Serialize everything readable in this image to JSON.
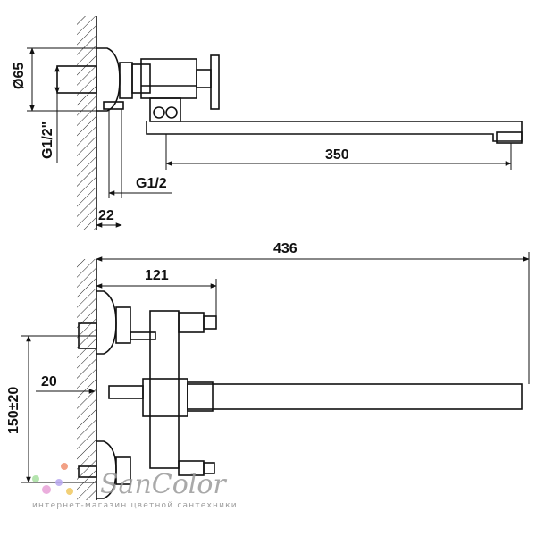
{
  "top_view": {
    "dim_diameter": "Ø65",
    "dim_thread_wall": "G1/2\"",
    "dim_thread_inlet": "G1/2",
    "dim_wall_offset": "22",
    "dim_spout_length": "350"
  },
  "front_view": {
    "dim_total_length": "436",
    "dim_body_length": "121",
    "dim_height": "150±20",
    "dim_eccentric": "20"
  },
  "watermark": {
    "brand": "SanColor",
    "slogan": "интернет-магазин цветной сантехники",
    "dot_colors": [
      "#e8a0d8",
      "#b8a8f0",
      "#f0c860",
      "#a8e0a0",
      "#f09070"
    ]
  }
}
